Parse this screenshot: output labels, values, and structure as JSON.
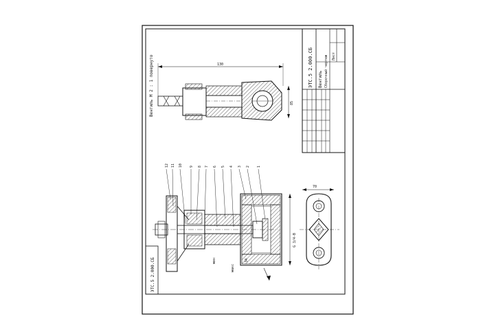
{
  "drawing": {
    "designation": "ЭТС.5 2.000.СБ",
    "top_left_stamp": "ЭТС.5 2.000.СБ",
    "title_line1": "Вентиль",
    "title_line2": "Сборочный чертеж",
    "scale_caption": "Вентиль М 2 : 1 повернуто",
    "sheet_label": "Лист"
  },
  "positions": [
    "12",
    "11",
    "10",
    "9",
    "8",
    "7",
    "6",
    "5",
    "4",
    "3",
    "2",
    "1"
  ],
  "dimensions": {
    "overall_length": "130",
    "height_right": "85",
    "pipe_thread": "G 3/4-B",
    "plan_length": "70",
    "min_label": "мин",
    "max_label": "макс",
    "small_dim": "34"
  },
  "colors": {
    "line": "#111111",
    "hatch": "#333333",
    "paper": "#ffffff"
  }
}
